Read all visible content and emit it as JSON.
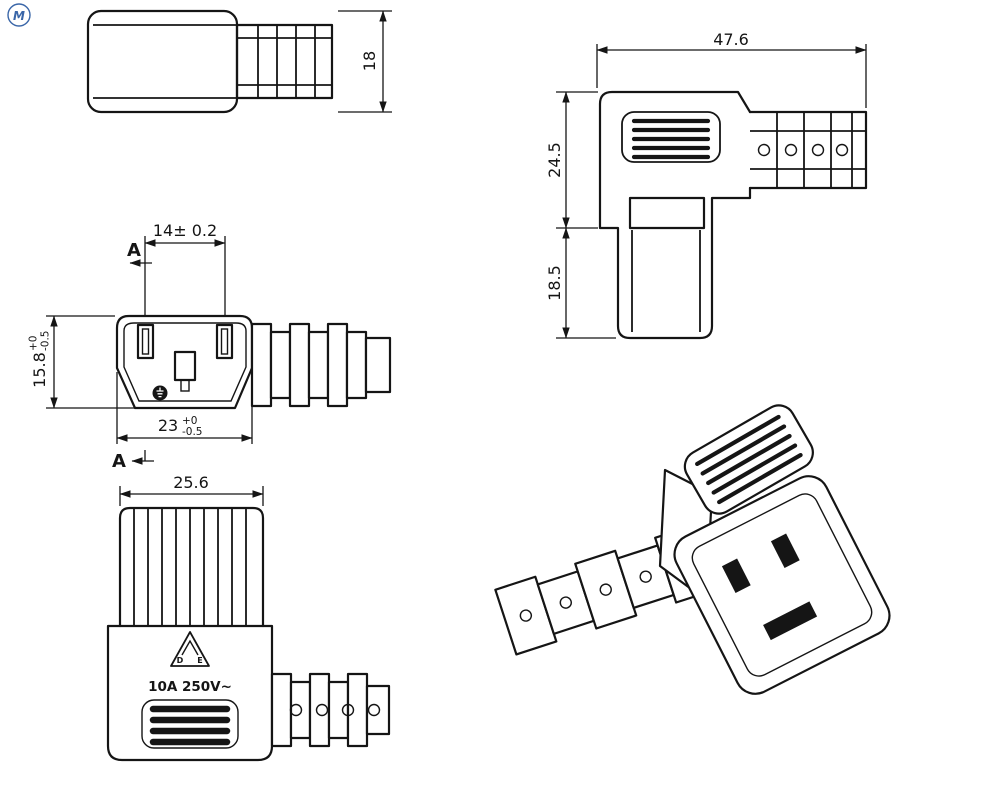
{
  "watermark": {
    "letter": "M"
  },
  "views": {
    "side": {
      "dim_height": "18"
    },
    "right_angle": {
      "dim_width": "47.6",
      "dim_upper": "24.5",
      "dim_lower": "18.5"
    },
    "front": {
      "dim_pins": "14± 0.2",
      "section_label": "A",
      "dim_height_value": "15.8",
      "dim_height_tol_plus": "+0",
      "dim_height_tol_minus": "-0.5",
      "dim_width_value": "23",
      "dim_width_tol_plus": "+0",
      "dim_width_tol_minus": "-0.5"
    },
    "top": {
      "dim_width": "25.6",
      "rating": "10A 250V~",
      "vde_left": "D",
      "vde_right": "E"
    }
  }
}
